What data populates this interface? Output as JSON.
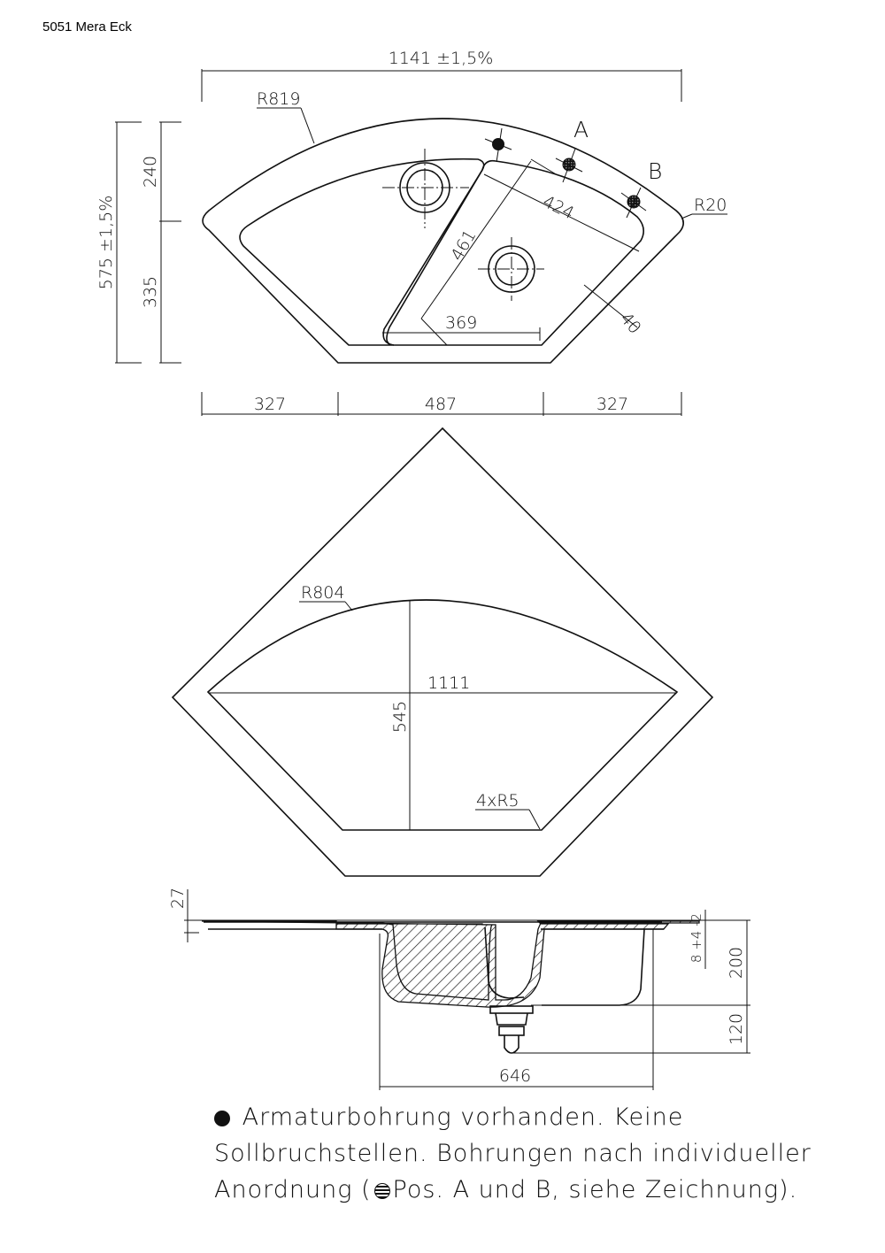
{
  "title": "5051 Mera Eck",
  "top_view": {
    "width_total": "1141 ±1,5%",
    "depth_total": "575 ±1,5%",
    "depth_upper": "240",
    "depth_lower": "335",
    "outer_radius": "R819",
    "corner_radius": "R20",
    "pos_a": "A",
    "pos_b": "B",
    "dim_424": "424",
    "dim_461": "461",
    "dim_369": "369",
    "dim_40": "40",
    "bottom_left": "327",
    "bottom_mid": "487",
    "bottom_right": "327"
  },
  "cutout_view": {
    "radius": "R804",
    "width": "1111",
    "depth": "545",
    "corner_radii": "4xR5"
  },
  "section_view": {
    "rim_height": "27",
    "tolerance": "8 +4 -2",
    "bowl_depth": "200",
    "drain_depth": "120",
    "bowl_width": "646"
  },
  "note": {
    "line1": "Armaturbohrung vorhanden. Keine",
    "line2": "Sollbruchstellen. Bohrungen nach individueller",
    "line3_a": "Anordnung (",
    "line3_b": "Pos. A und B, siehe Zeichnung)."
  }
}
